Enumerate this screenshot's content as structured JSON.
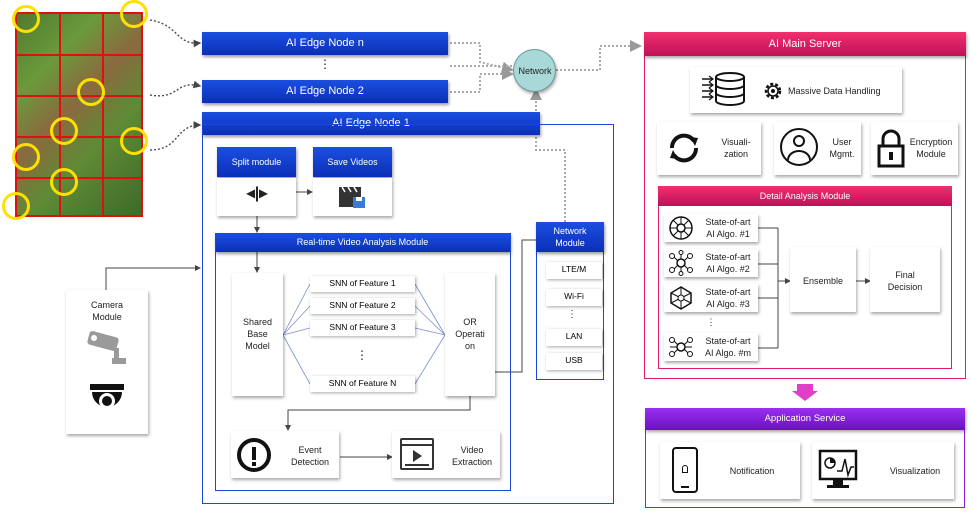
{
  "edge_nodes": {
    "node_n": "AI Edge Node n",
    "node_2": "AI Edge Node 2",
    "node_1": "AI Edge Node 1",
    "ellipsis": "⋮"
  },
  "network_hub": "Network",
  "edge": {
    "split_module": "Split module",
    "save_videos": "Save Videos",
    "rtva_title": "Real-time Video Analysis Module",
    "shared_base": "Shared\nBase\nModel",
    "features": [
      "SNN of Feature 1",
      "SNN of Feature 2",
      "SNN of Feature 3",
      "SNN of Feature N"
    ],
    "or_op": "OR\nOperati\non",
    "event_detection": "Event\nDetection",
    "video_extraction": "Video\nExtraction"
  },
  "network_module": {
    "title": "Network\nModule",
    "items": [
      "LTE/M",
      "Wi-Fi",
      "LAN",
      "USB"
    ]
  },
  "camera_module": "Camera\nModule",
  "server": {
    "title": "AI Main Server",
    "massive": "Massive Data Handling",
    "visualization": "Visuali-\nzation",
    "user_mgmt": "User\nMgmt.",
    "encryption": "Encryption\nModule",
    "detail_title": "Detail Analysis Module",
    "algos": [
      "State-of-art\nAI Algo. #1",
      "State-of-art\nAI Algo. #2",
      "State-of-art\nAI Algo. #3",
      "State-of-art\nAI Algo. #m"
    ],
    "ensemble": "Ensemble",
    "final": "Final\nDecision"
  },
  "app": {
    "title": "Application Service",
    "notification": "Notification",
    "visualization": "Visualization"
  },
  "colors": {
    "blue": "#1a47d8",
    "pink": "#e5186f",
    "purple": "#8a1fe0",
    "teal": "#a8d8d8"
  }
}
